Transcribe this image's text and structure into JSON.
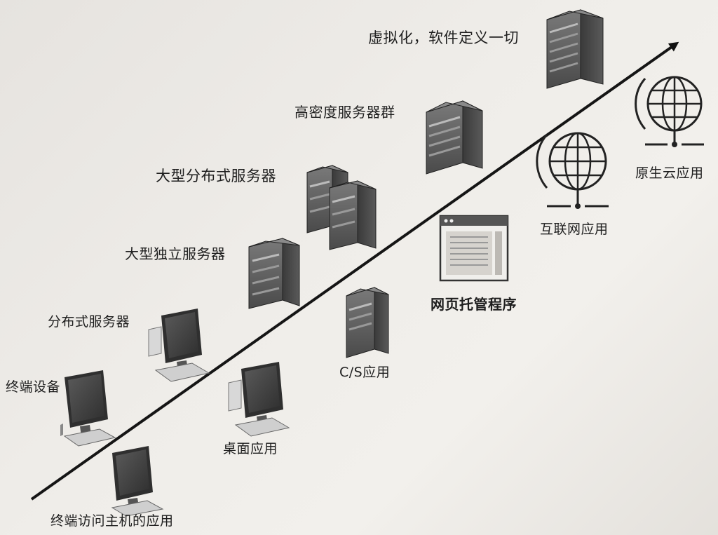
{
  "diagram": {
    "left_side": [
      {
        "label": "终端设备"
      },
      {
        "label": "分布式服务器"
      },
      {
        "label": "大型独立服务器"
      },
      {
        "label": "大型分布式服务器"
      },
      {
        "label": "高密度服务器群"
      },
      {
        "label": "虚拟化，软件定义一切"
      }
    ],
    "right_side": [
      {
        "label": "终端访问主机的应用"
      },
      {
        "label": "桌面应用"
      },
      {
        "label": "C/S应用"
      },
      {
        "label": "网页托管程序"
      },
      {
        "label": "互联网应用"
      },
      {
        "label": "原生云应用"
      }
    ]
  }
}
